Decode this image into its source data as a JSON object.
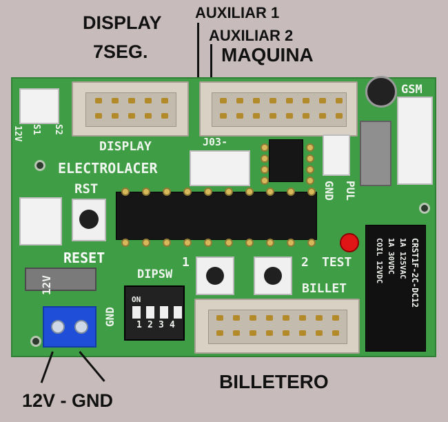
{
  "annotations": {
    "display": "DISPLAY",
    "seg": "7SEG.",
    "auxiliar1": "AUXILIAR 1",
    "auxiliar2": "AUXILIAR 2",
    "maquina": "MAQUINA",
    "billetero": "BILLETERO",
    "power": "12V - GND"
  },
  "silkscreen": {
    "display": "DISPLAY",
    "electrolacer": "ELECTROLACER",
    "rst": "RST",
    "reset": "RESET",
    "dipsw": "DIPSW",
    "on": "ON",
    "sw1": "1",
    "sw2": "2",
    "sw3": "3",
    "sw4": "4",
    "btn1": "1",
    "btn2": "2",
    "test": "TEST",
    "billet": "BILLET",
    "gsm": "GSM",
    "gnd_right": "GND",
    "pul": "PUL",
    "v12_left": "12V",
    "s1": "S1",
    "s2": "S2",
    "v12_power": "12V",
    "gnd_power": "GND",
    "j3": "J03-"
  },
  "relay": {
    "line1": "CRST1F-2C-DC12",
    "line2": "1A 125VAC",
    "line3": "1A 30VDC",
    "line4": "COIL 12VDC"
  },
  "colors": {
    "board": "#3f9e45",
    "terminal_block": "#1f4fd8",
    "led": "#e01515",
    "relay": "#111111",
    "background": "#c7bcbb"
  }
}
